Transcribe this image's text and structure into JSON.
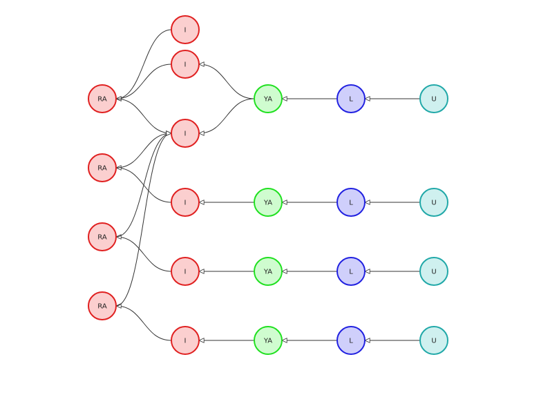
{
  "colors": {
    "RA": {
      "fill": "#fbcfcf",
      "stroke": "#e02020"
    },
    "I": {
      "fill": "#fbcfcf",
      "stroke": "#e02020"
    },
    "YA": {
      "fill": "#cffccf",
      "stroke": "#20e020"
    },
    "L": {
      "fill": "#cfcffb",
      "stroke": "#2020e0"
    },
    "U": {
      "fill": "#cff0ef",
      "stroke": "#20a8a8"
    },
    "edge": "#333333"
  },
  "nodes": [
    {
      "id": "ra1",
      "label": "RA",
      "type": "RA"
    },
    {
      "id": "ra2",
      "label": "RA",
      "type": "RA"
    },
    {
      "id": "ra3",
      "label": "RA",
      "type": "RA"
    },
    {
      "id": "ra4",
      "label": "RA",
      "type": "RA"
    },
    {
      "id": "i1",
      "label": "I",
      "type": "I"
    },
    {
      "id": "i2",
      "label": "I",
      "type": "I"
    },
    {
      "id": "i3",
      "label": "I",
      "type": "I"
    },
    {
      "id": "i4",
      "label": "I",
      "type": "I"
    },
    {
      "id": "i5",
      "label": "I",
      "type": "I"
    },
    {
      "id": "i6",
      "label": "I",
      "type": "I"
    },
    {
      "id": "ya1",
      "label": "YA",
      "type": "YA"
    },
    {
      "id": "ya2",
      "label": "YA",
      "type": "YA"
    },
    {
      "id": "ya3",
      "label": "YA",
      "type": "YA"
    },
    {
      "id": "ya4",
      "label": "YA",
      "type": "YA"
    },
    {
      "id": "l1",
      "label": "L",
      "type": "L"
    },
    {
      "id": "l2",
      "label": "L",
      "type": "L"
    },
    {
      "id": "l3",
      "label": "L",
      "type": "L"
    },
    {
      "id": "l4",
      "label": "L",
      "type": "L"
    },
    {
      "id": "u1",
      "label": "U",
      "type": "U"
    },
    {
      "id": "u2",
      "label": "U",
      "type": "U"
    },
    {
      "id": "u3",
      "label": "U",
      "type": "U"
    },
    {
      "id": "u4",
      "label": "U",
      "type": "U"
    }
  ],
  "edges": [
    {
      "from": "u1",
      "to": "l1"
    },
    {
      "from": "u2",
      "to": "l2"
    },
    {
      "from": "u3",
      "to": "l3"
    },
    {
      "from": "u4",
      "to": "l4"
    },
    {
      "from": "l1",
      "to": "ya1"
    },
    {
      "from": "l2",
      "to": "ya2"
    },
    {
      "from": "l3",
      "to": "ya3"
    },
    {
      "from": "l4",
      "to": "ya4"
    },
    {
      "from": "ya1",
      "to": "i2"
    },
    {
      "from": "ya1",
      "to": "i3"
    },
    {
      "from": "ya2",
      "to": "i4"
    },
    {
      "from": "ya3",
      "to": "i5"
    },
    {
      "from": "ya4",
      "to": "i6"
    },
    {
      "from": "i1",
      "to": "ra1"
    },
    {
      "from": "i2",
      "to": "ra1"
    },
    {
      "from": "ra1",
      "to": "i3"
    },
    {
      "from": "i4",
      "to": "ra2"
    },
    {
      "from": "ra2",
      "to": "i3"
    },
    {
      "from": "i5",
      "to": "ra3"
    },
    {
      "from": "ra3",
      "to": "i3"
    },
    {
      "from": "i6",
      "to": "ra4"
    },
    {
      "from": "ra4",
      "to": "i3"
    }
  ]
}
